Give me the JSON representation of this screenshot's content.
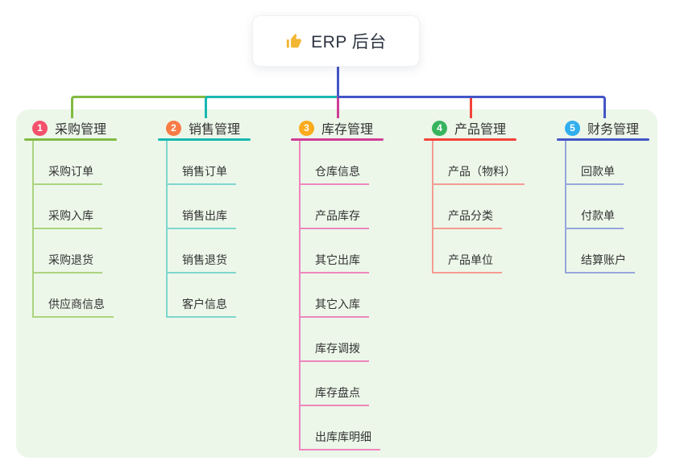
{
  "canvas": {
    "bg": "#ffffff",
    "panel_bg": "#ecf7e9"
  },
  "root": {
    "label": "ERP 后台",
    "icon": "thumbs-up-icon",
    "icon_color": "#f2b635",
    "line_color": "#4355c6"
  },
  "branches": [
    {
      "num": "1",
      "label": "采购管理",
      "badge_color": "#f4516c",
      "line_color": "#82ba43",
      "child_line_color": "#abd47f",
      "children": [
        "采购订单",
        "采购入库",
        "采购退货",
        "供应商信息"
      ]
    },
    {
      "num": "2",
      "label": "销售管理",
      "badge_color": "#f97b46",
      "line_color": "#17b8b1",
      "child_line_color": "#7fd6cf",
      "children": [
        "销售订单",
        "销售出库",
        "销售退货",
        "客户信息"
      ]
    },
    {
      "num": "3",
      "label": "库存管理",
      "badge_color": "#fbab1d",
      "line_color": "#cf3d97",
      "child_line_color": "#ef86bd",
      "children": [
        "仓库信息",
        "产品库存",
        "其它出库",
        "其它入库",
        "库存调拨",
        "库存盘点",
        "出库库明细"
      ]
    },
    {
      "num": "4",
      "label": "产品管理",
      "badge_color": "#38b45e",
      "line_color": "#f4433a",
      "child_line_color": "#f59b93",
      "children": [
        "产品（物料）",
        "产品分类",
        "产品单位"
      ]
    },
    {
      "num": "5",
      "label": "财务管理",
      "badge_color": "#31aeee",
      "line_color": "#4355c6",
      "child_line_color": "#97a6dc",
      "children": [
        "回款单",
        "付款单",
        "结算账户"
      ]
    }
  ]
}
